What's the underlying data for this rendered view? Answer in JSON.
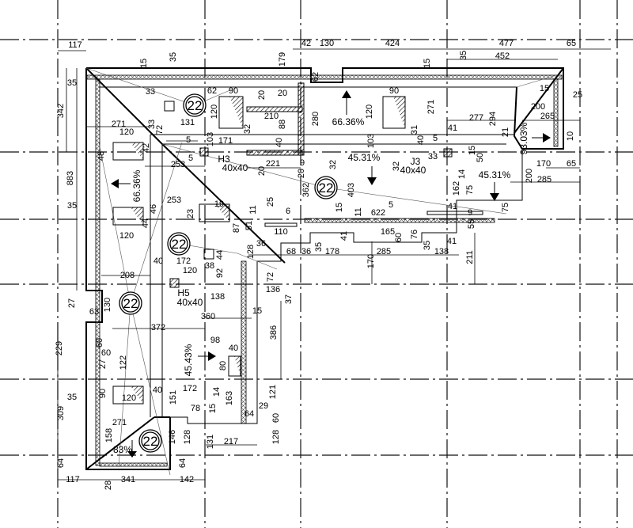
{
  "drawing": {
    "title": "Roof plan",
    "labels": [
      "117",
      "35",
      "15",
      "179",
      "42",
      "130",
      "424",
      "477",
      "65",
      "35",
      "452",
      "15",
      "62",
      "35",
      "342",
      "883",
      "271",
      "120",
      "48",
      "42",
      "33",
      "33",
      "72",
      "131",
      "62",
      "90",
      "120",
      "20",
      "20",
      "210",
      "32",
      "88",
      "40",
      "280",
      "66.36%",
      "5",
      "103",
      "171",
      "5",
      "H3",
      "40x40",
      "253",
      "221",
      "20",
      "9",
      "20",
      "32",
      "66.36%",
      "90",
      "120",
      "271",
      "294",
      "277",
      "15",
      "25",
      "200",
      "265",
      "41",
      "31",
      "40",
      "103",
      "5",
      "21",
      "93.03%",
      "10",
      "15",
      "50",
      "33",
      "J3",
      "40x40",
      "45.31%",
      "32",
      "45.31%",
      "14",
      "170",
      "65",
      "200",
      "285",
      "362",
      "403",
      "162",
      "75",
      "75",
      "35",
      "253",
      "19",
      "23",
      "46",
      "44",
      "120",
      "87",
      "51",
      "11",
      "25",
      "6",
      "15",
      "622",
      "5",
      "11",
      "9",
      "41",
      "110",
      "36",
      "128",
      "55",
      "165",
      "41",
      "60",
      "76",
      "35",
      "35",
      "41",
      "68",
      "36",
      "178",
      "285",
      "138",
      "170",
      "211",
      "40",
      "172",
      "38",
      "44",
      "120",
      "92",
      "208",
      "H5",
      "40x40",
      "136",
      "72",
      "37",
      "138",
      "15",
      "27",
      "130",
      "63",
      "360",
      "372",
      "386",
      "229",
      "60",
      "60",
      "98",
      "40",
      "45.43%",
      "27",
      "122",
      "80",
      "35",
      "90",
      "120",
      "40",
      "172",
      "151",
      "14",
      "163",
      "121",
      "29",
      "78",
      "15",
      "64",
      "60",
      "309",
      "271",
      "158",
      "146",
      "128",
      "83%",
      "131",
      "217",
      "128",
      "64",
      "64",
      "117",
      "341",
      "142",
      "28"
    ],
    "roof_marks": [
      "22",
      "22",
      "22",
      "22",
      "22"
    ]
  }
}
